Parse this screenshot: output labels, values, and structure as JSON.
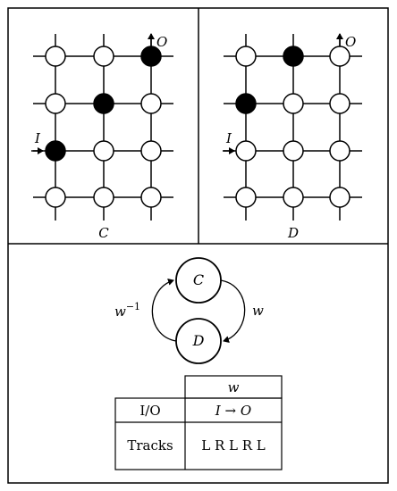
{
  "panels": [
    {
      "label": "C",
      "input_label": "I",
      "output_label": "O",
      "filled_nodes": [
        [
          0,
          2
        ],
        [
          1,
          1
        ],
        [
          2,
          0
        ]
      ]
    },
    {
      "label": "D",
      "input_label": "I",
      "output_label": "O",
      "filled_nodes": [
        [
          0,
          1
        ],
        [
          1,
          0
        ]
      ]
    }
  ],
  "state_diagram": {
    "states": [
      "C",
      "D"
    ],
    "left_edge_label": "w",
    "left_edge_exponent": "−1",
    "right_edge_label": "w"
  },
  "table": {
    "header": "w",
    "rows": [
      {
        "label": "I/O",
        "value_in": "I",
        "value_arrow": "→",
        "value_out": "O"
      },
      {
        "label": "Tracks",
        "value": "L R L R L"
      }
    ]
  }
}
